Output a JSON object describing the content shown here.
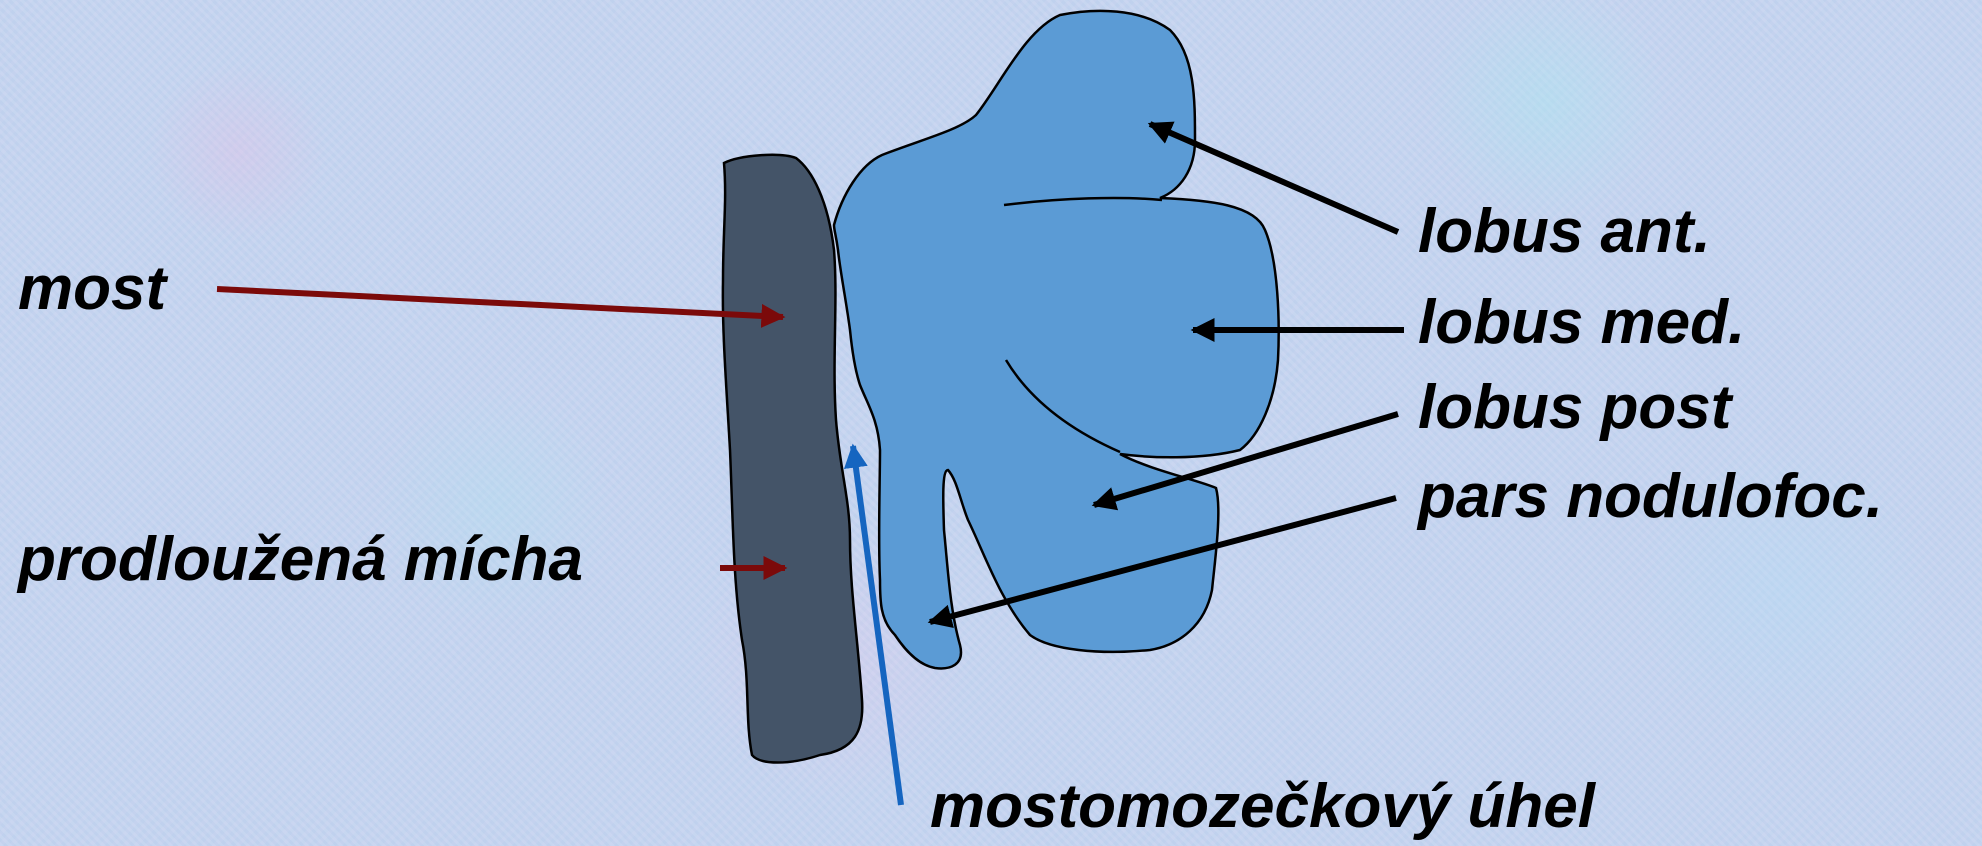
{
  "labels": {
    "most": "most",
    "prodlouzena_micha": "prodloužená mícha",
    "lobus_ant": "lobus ant.",
    "lobus_med": "lobus med.",
    "lobus_post": "lobus post",
    "pars_nodulofoc": "pars nodulofoc.",
    "mostomozeckovy_uhel": "mostomozečkový úhel"
  },
  "colors": {
    "brainstem": "#445468",
    "cerebellum": "#5b9bd5",
    "outline": "#000000",
    "brainstem_arrows": "#7b0a0a",
    "cerebellum_arrows": "#000000",
    "angle_arrow": "#1565c0",
    "background": "#c4d4ef"
  }
}
